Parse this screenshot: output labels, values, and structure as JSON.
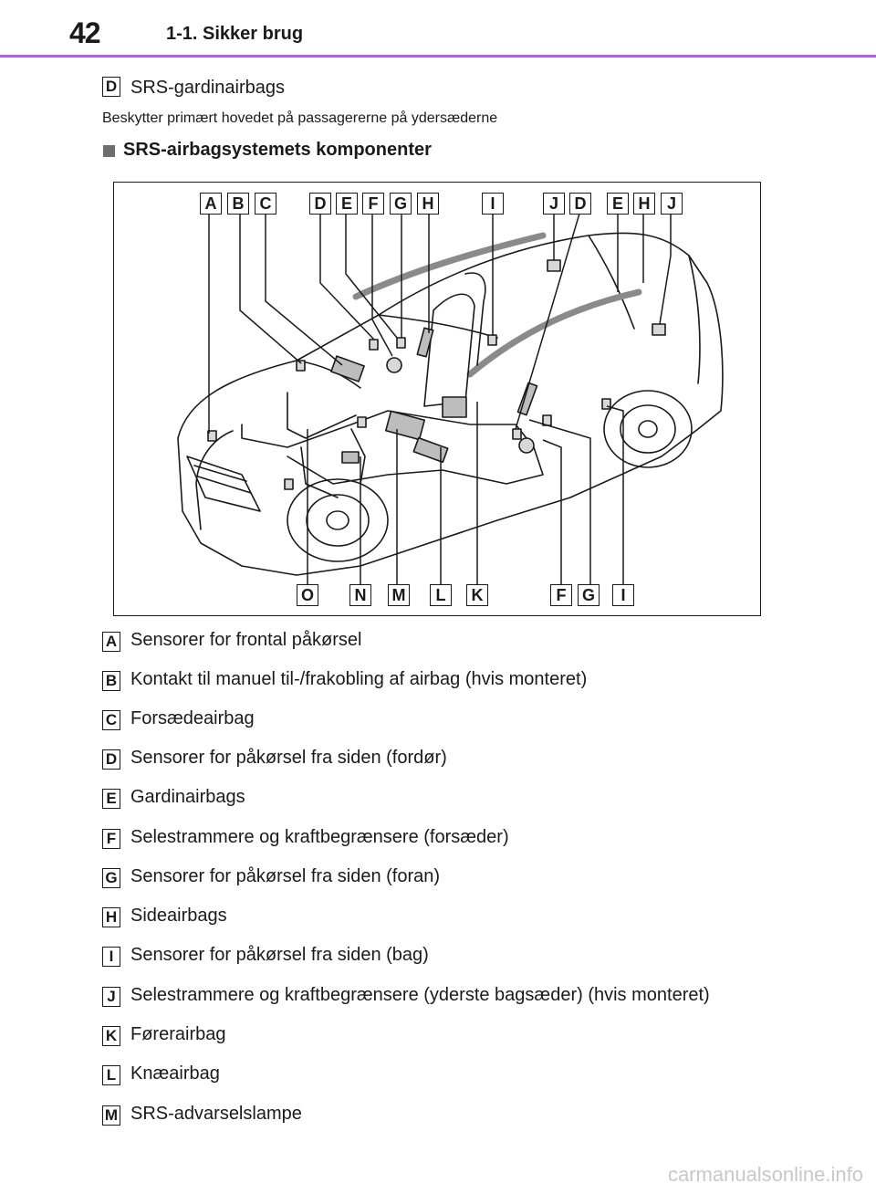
{
  "header": {
    "page_number": "42",
    "chapter": "1-1. Sikker brug"
  },
  "intro": {
    "letter": "D",
    "label": "SRS-gardinairbags",
    "description": "Beskytter primært hovedet på passagererne på ydersæderne"
  },
  "section": {
    "title": "SRS-airbagsystemets komponenter"
  },
  "figure": {
    "top_labels": [
      "A",
      "B",
      "C",
      "D",
      "E",
      "F",
      "G",
      "H",
      "I",
      "J",
      "D",
      "E",
      "H",
      "J"
    ],
    "bottom_labels": [
      "O",
      "N",
      "M",
      "L",
      "K",
      "F",
      "G",
      "I"
    ]
  },
  "items": [
    {
      "letter": "A",
      "text": "Sensorer for frontal påkørsel"
    },
    {
      "letter": "B",
      "text": "Kontakt til manuel til-/frakobling af airbag (hvis monteret)"
    },
    {
      "letter": "C",
      "text": "Forsædeairbag"
    },
    {
      "letter": "D",
      "text": "Sensorer for påkørsel fra siden (fordør)"
    },
    {
      "letter": "E",
      "text": "Gardinairbags"
    },
    {
      "letter": "F",
      "text": "Selestrammere og kraftbegrænsere (forsæder)"
    },
    {
      "letter": "G",
      "text": "Sensorer for påkørsel fra siden (foran)"
    },
    {
      "letter": "H",
      "text": "Sideairbags"
    },
    {
      "letter": "I",
      "text": "Sensorer for påkørsel fra siden (bag)"
    },
    {
      "letter": "J",
      "text": "Selestrammere og kraftbegrænsere (yderste bagsæder) (hvis monteret)"
    },
    {
      "letter": "K",
      "text": "Førerairbag"
    },
    {
      "letter": "L",
      "text": "Knæairbag"
    },
    {
      "letter": "M",
      "text": "SRS-advarselslampe"
    }
  ],
  "footer": {
    "watermark": "carmanualsonline.info"
  },
  "colors": {
    "accent": "#a569d1",
    "ink": "#1a1a1a",
    "bullet": "#6e6e6e",
    "watermark": "#c8c8c8"
  }
}
